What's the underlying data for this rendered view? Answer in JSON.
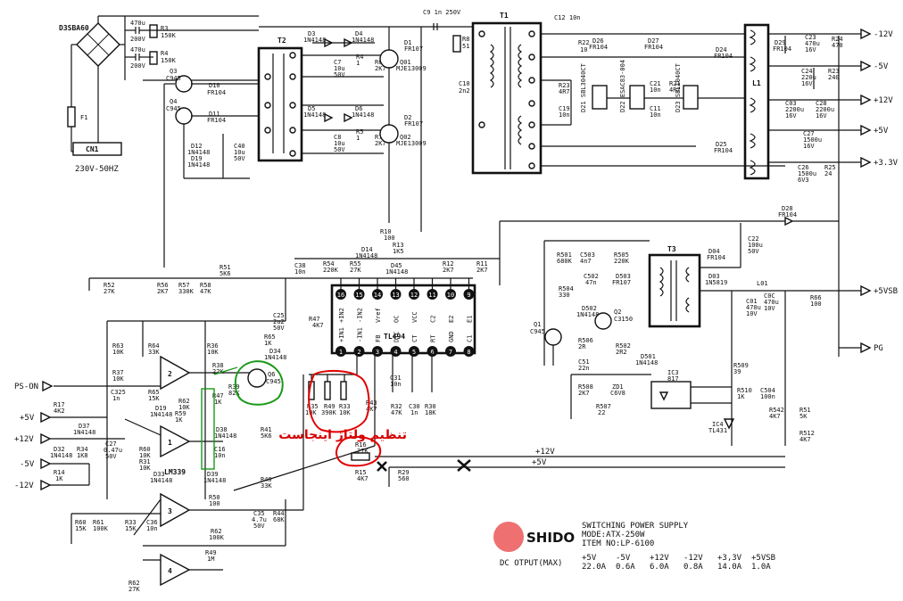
{
  "input": {
    "bridge": "D3SBA60",
    "c1": [
      "470u",
      "200V"
    ],
    "c2": [
      "470u",
      "200V"
    ],
    "r3": [
      "R3",
      "150K"
    ],
    "r4": [
      "R4",
      "150K"
    ],
    "fuse": "F1",
    "socket": "CN1",
    "mains": "230V-50HZ"
  },
  "top_parts": {
    "c9": "C9 1n 250V",
    "t1": "T1",
    "t2": "T2",
    "c12": "C12 10n",
    "r22": [
      "R22",
      "10"
    ],
    "d26": [
      "D26",
      "FR104"
    ],
    "d27": [
      "D27",
      "FR104"
    ],
    "d29": [
      "D29",
      "FR104"
    ],
    "c23": [
      "C23",
      "470u",
      "16V"
    ],
    "r24": [
      "R24",
      "470"
    ],
    "r8": [
      "R8",
      "51"
    ],
    "c10": [
      "C10",
      "2n2"
    ],
    "r23": [
      "R23",
      "4R7"
    ],
    "r21": [
      "R21",
      "4R7"
    ],
    "c19": [
      "C19",
      "10n"
    ],
    "c21": [
      "C21",
      "10n"
    ],
    "c11": [
      "C11",
      "10n"
    ],
    "d21": "D21 SBL3040CT",
    "d22": "D22 ESAC83-004",
    "d23": "D23 SBL1040CT",
    "d24": [
      "D24",
      "FR104"
    ],
    "d25": [
      "D25",
      "FR104"
    ],
    "l1": "L1",
    "c24": [
      "C24",
      "220u",
      "16V"
    ],
    "r23b": [
      "R23",
      "240"
    ],
    "c03": [
      "C03",
      "2200u",
      "16V"
    ],
    "c28": [
      "C28",
      "2200u",
      "16V"
    ],
    "c27": [
      "C27",
      "1500u",
      "16V"
    ],
    "c26": [
      "C26",
      "1500u",
      "6V3"
    ],
    "r25": [
      "R25",
      "24"
    ],
    "d28": [
      "D28",
      "FR104"
    ],
    "d3": [
      "D3",
      "1N4148"
    ],
    "d4": [
      "D4",
      "1N4148"
    ],
    "d5": [
      "D5",
      "1N4148"
    ],
    "d6": [
      "D6",
      "1N4148"
    ],
    "c7": [
      "C7",
      "10u",
      "50V"
    ],
    "c8": [
      "C8",
      "10u",
      "50V"
    ],
    "r4b": [
      "R4",
      "1"
    ],
    "r5": [
      "R5",
      "1"
    ],
    "r6": [
      "R6",
      "2K7"
    ],
    "r7": [
      "R7",
      "2K7"
    ],
    "d1": [
      "D1",
      "FR107"
    ],
    "d2": [
      "D2",
      "FR107"
    ],
    "q01": [
      "Q01",
      "MJE13009"
    ],
    "q02": [
      "Q02",
      "MJE13009"
    ],
    "q3": [
      "Q3",
      "C945"
    ],
    "q4": [
      "Q4",
      "C945"
    ],
    "d10": [
      "D10",
      "FR104"
    ],
    "d11": [
      "D11",
      "FR104"
    ],
    "d12": [
      "D12",
      "1N4148"
    ],
    "d19": [
      "D19",
      "1N4148"
    ],
    "c40": [
      "C40",
      "10u",
      "50V"
    ]
  },
  "outputs": [
    "-12V",
    "-5V",
    "+12V",
    "+5V",
    "+3.3V",
    "+5VSB",
    "PG"
  ],
  "mid_parts": {
    "r10": [
      "R10",
      "100"
    ],
    "r13": [
      "R13",
      "1K5"
    ],
    "d14": [
      "D14",
      "1N4148"
    ],
    "d45": [
      "D45",
      "1N4148"
    ],
    "c38": [
      "C38",
      "10n"
    ],
    "r54": [
      "R54",
      "220K"
    ],
    "r55": [
      "R55",
      "27K"
    ],
    "r12": [
      "R12",
      "2K7"
    ],
    "r11": [
      "R11",
      "2K7"
    ],
    "r51": [
      "R51",
      "5K6"
    ],
    "r52": [
      "R52",
      "27K"
    ],
    "r56": [
      "R56",
      "2K7"
    ],
    "r57": [
      "R57",
      "330K"
    ],
    "r58": [
      "R58",
      "47K"
    ],
    "c25": [
      "C25",
      "2u2",
      "50V"
    ],
    "r47": [
      "R47",
      "4K7"
    ],
    "r65": [
      "R65",
      "1K"
    ],
    "d34": [
      "D34",
      "1N4148"
    ],
    "q6": [
      "Q6",
      "C945"
    ],
    "r38": [
      "R38",
      "22K"
    ],
    "r39": [
      "R39",
      "82K"
    ],
    "c31": [
      "C31",
      "10n"
    ],
    "r43": [
      "R43",
      "4K7"
    ],
    "r32": [
      "R32",
      "47K"
    ],
    "c30": [
      "C30",
      "1n"
    ],
    "r30": [
      "R30",
      "18K"
    ],
    "r35": [
      "R35",
      "10K"
    ],
    "r49": [
      "R49",
      "390K"
    ],
    "r33": [
      "R33",
      "10K"
    ]
  },
  "tl494": {
    "name": "TL494",
    "top_pins": [
      "16",
      "15",
      "14",
      "13",
      "12",
      "11",
      "10",
      "9"
    ],
    "top_labels": [
      "+IN2",
      "-IN2",
      "Vref",
      "OC",
      "VCC",
      "C2",
      "E2",
      "E1"
    ],
    "bot_pins": [
      "1",
      "2",
      "3",
      "4",
      "5",
      "6",
      "7",
      "8"
    ],
    "bot_labels": [
      "+IN1",
      "-IN1",
      "FB",
      "DTC",
      "CT",
      "RT",
      "GND",
      "C1"
    ]
  },
  "comparator": {
    "name": "LM339",
    "r63": [
      "R63",
      "10K"
    ],
    "r64": [
      "R64",
      "33K"
    ],
    "r36": [
      "R36",
      "10K"
    ],
    "r37": [
      "R37",
      "10K"
    ],
    "c325": [
      "C325",
      "1n"
    ],
    "r65b": [
      "R65",
      "15K"
    ],
    "r62": [
      "R62",
      "10K"
    ],
    "r47b": [
      "R47",
      "1K"
    ],
    "d19b": [
      "D19",
      "1N4148"
    ],
    "r59": [
      "R59",
      "1K"
    ],
    "r17": [
      "R17",
      "4K2"
    ],
    "d37": [
      "D37",
      "1N4148"
    ],
    "c27b": [
      "C27",
      "0.47u",
      "50V"
    ],
    "r34": [
      "R34",
      "1K8"
    ],
    "d32": [
      "D32",
      "1N4148"
    ],
    "r14": [
      "R14",
      "1K"
    ],
    "r60": [
      "R60",
      "10K"
    ],
    "r31": [
      "R31",
      "10K"
    ],
    "d33": [
      "D33",
      "1N4148"
    ],
    "d38": [
      "D38",
      "1N4148"
    ],
    "d39": [
      "D39",
      "1N4148"
    ],
    "c16": [
      "C16",
      "10n"
    ],
    "r41": [
      "R41",
      "5K6"
    ],
    "r40": [
      "R40",
      "33K"
    ],
    "r50": [
      "R50",
      "100"
    ],
    "c35": [
      "C35",
      "4.7u",
      "50V"
    ],
    "r44": [
      "R44",
      "68K"
    ],
    "r62b": [
      "R62",
      "100K"
    ],
    "r49b": [
      "R49",
      "1M"
    ],
    "r60b": [
      "R60",
      "15K"
    ],
    "r61": [
      "R61",
      "100K"
    ],
    "r33b": [
      "R33",
      "15K"
    ],
    "c36": [
      "C36",
      "10n"
    ],
    "r62c": [
      "R62",
      "27K"
    ]
  },
  "sense_inputs": [
    "PS-ON",
    "+5V",
    "+12V",
    "-5V",
    "-12V"
  ],
  "standby": {
    "t3": "T3",
    "r501": [
      "R501",
      "680K"
    ],
    "c503": [
      "C503",
      "4n7"
    ],
    "r505": [
      "R505",
      "220K"
    ],
    "d503": [
      "D503",
      "FR107"
    ],
    "d04": [
      "D04",
      "FR104"
    ],
    "c22": [
      "C22",
      "100u",
      "50V"
    ],
    "d03": [
      "D03",
      "1N5819"
    ],
    "l01": "L01",
    "c01": [
      "C01",
      "470u",
      "10V"
    ],
    "c0c": [
      "C0C",
      "470u",
      "10V"
    ],
    "r66": [
      "R66",
      "100"
    ],
    "c502": [
      "C502",
      "47n"
    ],
    "r504": [
      "R504",
      "330"
    ],
    "d502": [
      "D502",
      "1N4148"
    ],
    "q1": [
      "Q1",
      "C945"
    ],
    "q2": [
      "Q2",
      "C3150"
    ],
    "r506": [
      "R506",
      "2R"
    ],
    "r502": [
      "R502",
      "2R2"
    ],
    "c51": [
      "C51",
      "22n"
    ],
    "d501": [
      "D501",
      "1N4148"
    ],
    "r508": [
      "R508",
      "2K7"
    ],
    "zd1": [
      "ZD1",
      "C6V8"
    ],
    "r507": [
      "R507",
      "22"
    ],
    "ic3": [
      "IC3",
      "817"
    ],
    "r509": [
      "R509",
      "39"
    ],
    "r510": [
      "R510",
      "1K"
    ],
    "c504": [
      "C504",
      "100n"
    ],
    "r542": [
      "R542",
      "4K7"
    ],
    "r51b": [
      "R51",
      "5K"
    ],
    "r512": [
      "R512",
      "4K7"
    ],
    "ic4": [
      "IC4",
      "TL431"
    ]
  },
  "annotation": {
    "text": "تنظیم ولتاژ اینجاست",
    "r16": [
      "R16",
      "27K"
    ],
    "r15": [
      "R15",
      "4K7"
    ],
    "r29": [
      "R29",
      "560"
    ],
    "rail_12": "+12V",
    "rail_5": "+5V"
  },
  "colors": {
    "highlight_red": "#e00000",
    "highlight_green": "#1a9a1a",
    "logo_circle": "#ee7070"
  },
  "spec": {
    "brand": "SHIDO",
    "line1": "SWITCHING POWER SUPPLY",
    "line2": "MODE:ATX-250W",
    "line3": "ITEM NO:LP-6100",
    "table_title": "DC OTPUT(MAX)",
    "headers": [
      "+5V",
      "-5V",
      "+12V",
      "-12V",
      "+3,3V",
      "+5VSB"
    ],
    "values": [
      "22.0A",
      "0.6A",
      "6.0A",
      "0.8A",
      "14.0A",
      "1.0A"
    ]
  }
}
